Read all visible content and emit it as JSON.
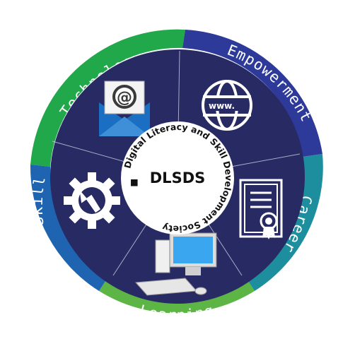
{
  "segments": [
    {
      "label": "Technology",
      "color": "#21a84a",
      "icon": "email-at-icon"
    },
    {
      "label": "Empowerment",
      "color": "#2d3a9a",
      "icon": "globe-www-icon"
    },
    {
      "label": "Career",
      "color": "#1c8e9e",
      "icon": "certificate-icon"
    },
    {
      "label": "Learning",
      "color": "#5db545",
      "icon": "computer-icon"
    },
    {
      "label": "Skill",
      "color": "#1f64b0",
      "icon": "gear-wrench-icon"
    }
  ],
  "center": {
    "acronym": "DLSDS",
    "circular_text": "Digital Literacy and Skill Development Society",
    "bullet": "■"
  },
  "colors": {
    "inner_disc": "#272a63",
    "spoke": "#c9cce0"
  },
  "icons": {
    "www_label": "www."
  }
}
